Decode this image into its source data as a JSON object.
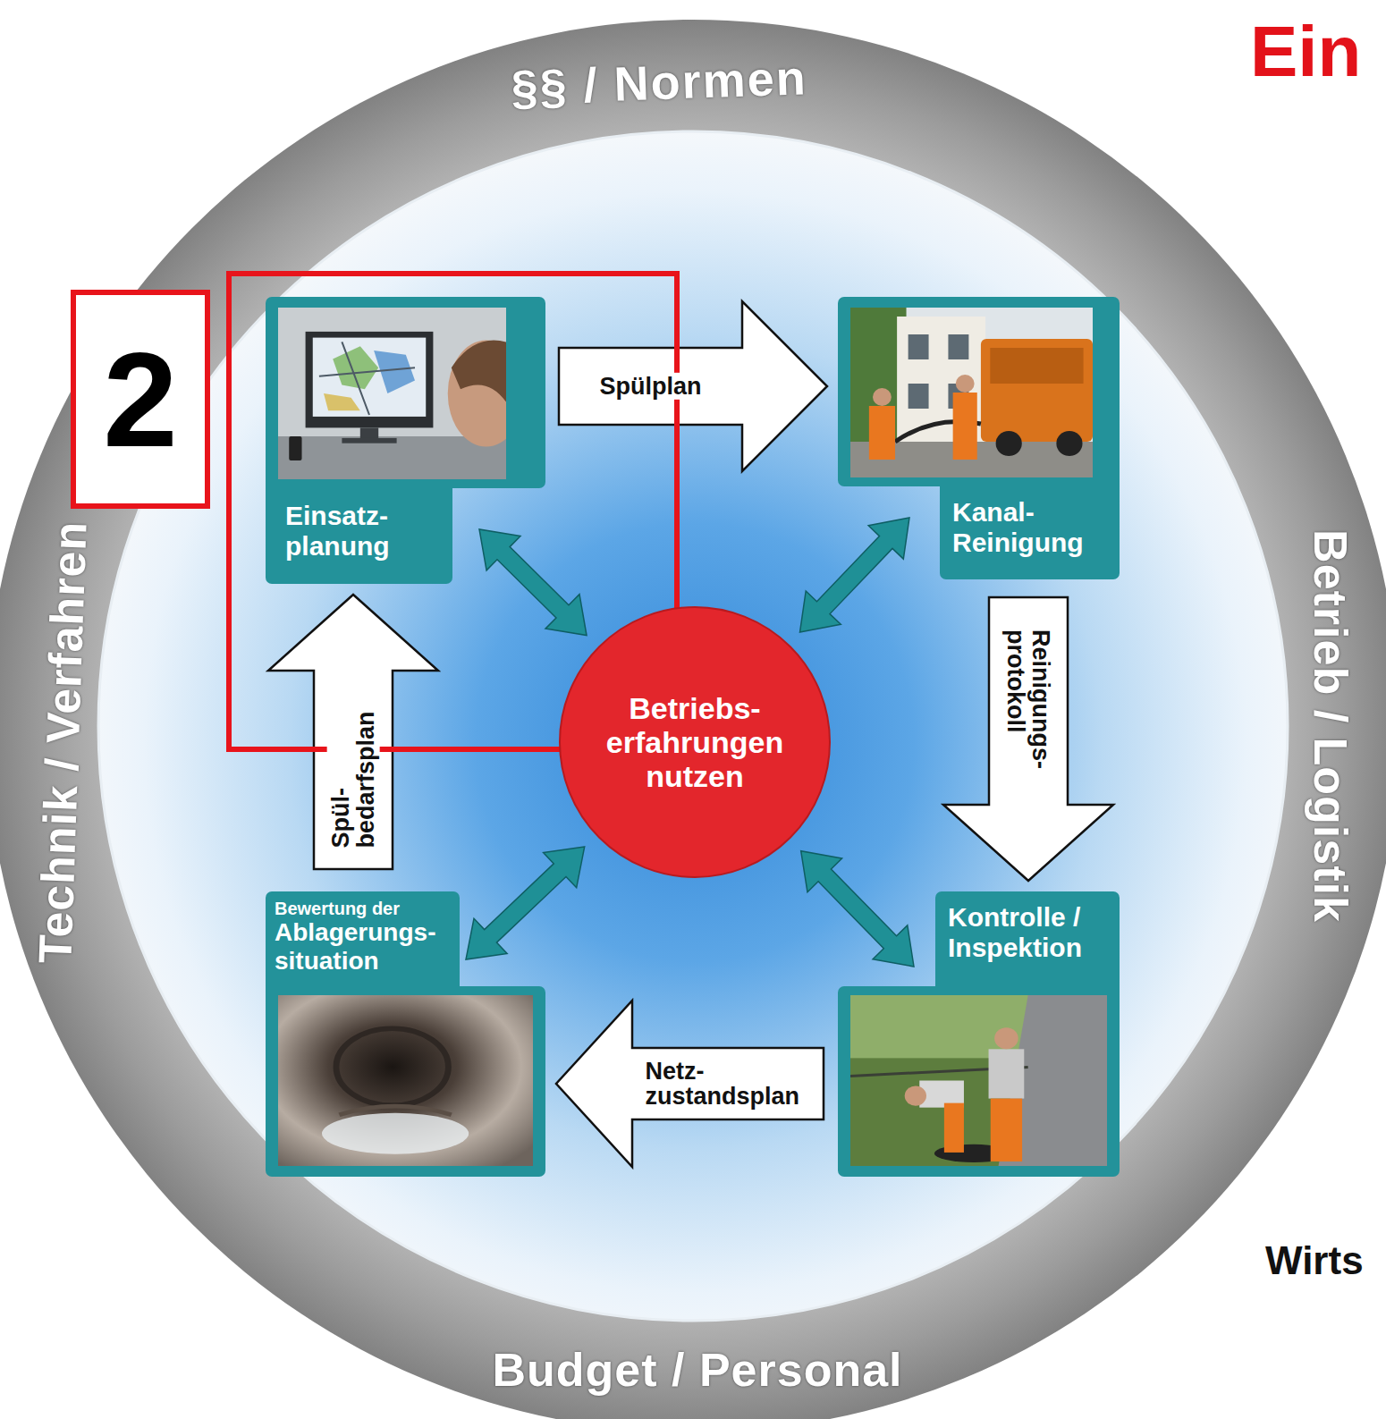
{
  "diagram": {
    "title": "Ein",
    "nodes": [
      {
        "text": [
          "Einsatz- planung"
        ]
      },
      {
        "text": [
          "Kanal- Reinigung"
        ]
      },
      {
        "text": [
          "Kontrolle / Inspektion"
        ]
      },
      {
        "text": [
          "Bewertung der",
          "Ablagerungs- situation"
        ]
      },
      {
        "text": [
          "Betriebs- erfahrungen nutzen"
        ]
      }
    ],
    "edges": [
      {
        "from": 0,
        "to": 1,
        "label": "Spülplan",
        "arrow": "to"
      },
      {
        "from": 1,
        "to": 2,
        "label": "Reinigungs- protokoll",
        "arrow": "to"
      },
      {
        "from": 2,
        "to": 3,
        "label": "Netz- zustandsplan",
        "arrow": "to"
      },
      {
        "from": 3,
        "to": 0,
        "label": "Spül- bedarfsplan",
        "arrow": "to"
      },
      {
        "from": 4,
        "to": 0,
        "arrow": "both"
      },
      {
        "from": 4,
        "to": 1,
        "arrow": "both"
      },
      {
        "from": 4,
        "to": 2,
        "arrow": "both"
      },
      {
        "from": 4,
        "to": 3,
        "arrow": "both"
      }
    ],
    "labels": [
      "2",
      "§§ / Normen",
      "Technik / Verfahren",
      "Betrieb / Logistik",
      "Budget / Personal",
      "Wirts"
    ]
  }
}
